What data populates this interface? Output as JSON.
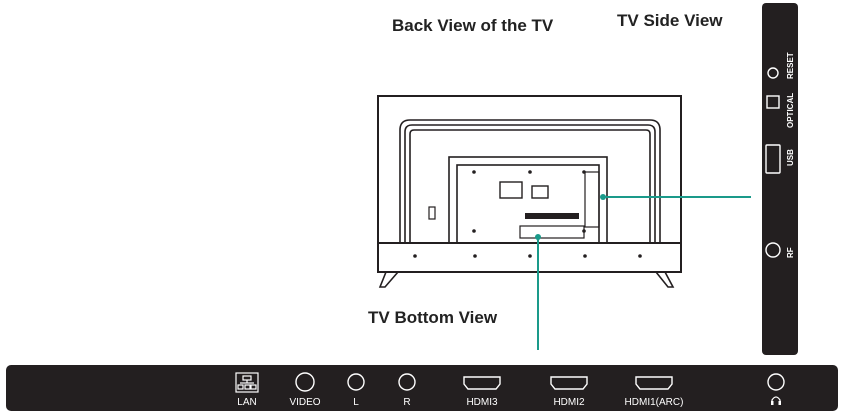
{
  "titles": {
    "back_view": "Back View of the TV",
    "side_view": "TV Side View",
    "bottom_view": "TV Bottom View"
  },
  "bottom_ports": [
    "LAN",
    "VIDEO",
    "L",
    "R",
    "HDMI3",
    "HDMI2",
    "HDMI1(ARC)",
    "headphone"
  ],
  "side_ports": [
    "RESET",
    "OPTICAL",
    "USB",
    "RF"
  ],
  "colors": {
    "panel": "#231f20",
    "callout": "#1a9a8a",
    "outline": "#231f20"
  }
}
